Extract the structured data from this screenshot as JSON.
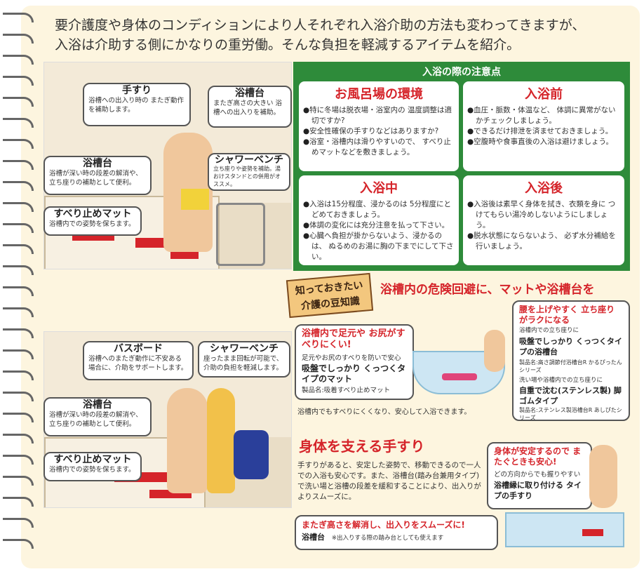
{
  "intro": {
    "line1": "要介護度や身体のコンディションにより人それぞれ入浴介助の方法も変わってきますが、",
    "line2": "入浴は介助する側にかなりの重労働。そんな負担を軽減するアイテムを紹介。"
  },
  "photo1": {
    "tesuri_title": "手すり",
    "tesuri_text": "浴槽への出入り時の またぎ動作を補助します。",
    "yokusodai_title": "浴槽台",
    "yokusodai_text": "またぎ高さの大きい 浴槽への出入りを補助。",
    "yokusodai2_title": "浴槽台",
    "yokusodai2_text": "浴槽が深い時の段差の解消や、 立ち座りの補助として便利。",
    "shower_title": "シャワーベンチ",
    "shower_text": "立ち座りや姿勢を補助。湯おけスタンドとの併用がオススメ。",
    "mat_title": "すべり止めマット",
    "mat_text": "浴槽内での姿勢を保ちます。"
  },
  "photo2": {
    "bath_title": "バスボード",
    "bath_text": "浴槽へのまたぎ動作に不安ある 場合に、介助をサポートします。",
    "shower_title": "シャワーベンチ",
    "shower_text": "座ったまま回転が可能で、 介助の負担を軽減します。",
    "yokusodai_title": "浴槽台",
    "yokusodai_text": "浴槽が深い時の段差の解消や、 立ち座りの補助として便利。",
    "mat_title": "すべり止めマット",
    "mat_text": "浴槽内での姿勢を保ちます。"
  },
  "notes": {
    "title": "入浴の際の注意点",
    "box1": {
      "title": "お風呂場の環境",
      "items": [
        "特に冬場は脱衣場・浴室内の 温度調整は適切ですか?",
        "安全性確保の手すりなどはありますか?",
        "浴室・浴槽内は滑りやすいので、 すべり止めマットなどを敷きましょう。"
      ]
    },
    "box2": {
      "title": "入浴前",
      "items": [
        "血圧・脈数・体温など、 体調に異常がないかチェックしましょう。",
        "できるだけ排泄を済ませておきましょう。",
        "空腹時や食事直後の入浴は避けましょう。"
      ]
    },
    "box3": {
      "title": "入浴中",
      "items": [
        "入浴は15分程度、浸かるのは 5分程度にとどめておきましょう。",
        "体調の変化には充分注意を払って下さい。",
        "心臓へ負担が掛からないよう、浸かるのは、 ぬるめのお湯に胸の下までにして下さい。"
      ]
    },
    "box4": {
      "title": "入浴後",
      "items": [
        "入浴後は素早く身体を拭き、衣類を身に つけてもらい湯冷めしないようにしましょう。",
        "脱水状態にならないよう、 必ず水分補給を行いましょう。"
      ]
    }
  },
  "stamp": {
    "line1": "知っておきたい",
    "line2": "介護の豆知識"
  },
  "tips": {
    "heading1": "浴槽内の危険回避に、マットや浴槽台を",
    "mat_red": "浴槽内で足元や お尻がすべりにくい!",
    "mat_sub": "足元やお尻のすべりを防いで安心",
    "mat_name": "吸盤でしっかり くっつくタイプのマット",
    "mat_product": "製品名:吸着すべり止めマット",
    "mat_caption": "浴槽内でもすべりにくくなり、安心して入浴できます。",
    "dai_red": "腰を上げやすく 立ち座りがラクになる",
    "dai_sub": "浴槽内での立ち座りに",
    "dai_name": "吸盤でしっかり くっつくタイプの浴槽台",
    "dai_product": "製品名:高さ調節付浴槽台R かるぴったんシリーズ",
    "dai_sub2": "洗い場や浴槽内での立ち座りに",
    "dai_name2": "自重で沈む(ステンレス製) 脚ゴムタイプ",
    "dai_product2": "製品名:ステンレス製浴槽台R あしぴたシリーズ",
    "heading2": "身体を支える手すり",
    "tesuri_text": "手すりがあると、安定した姿勢で、移動できるので一人での入浴も安心です。また、浴槽台(踏み台兼用タイプ)で洗い場と浴槽の段差を緩和することにより、出入りがよりスムーズに。",
    "tesuri_red": "身体が安定するので またぐときも安心!",
    "tesuri_sub": "どの方向からでも握りやすい",
    "tesuri_name": "浴槽縁に取り付ける タイプの手すり",
    "bottom_red": "またぎ高さを解消し、出入りをスムーズに!",
    "bottom_name": "浴槽台",
    "bottom_note": "※出入りする際の踏み台としても使えます"
  }
}
